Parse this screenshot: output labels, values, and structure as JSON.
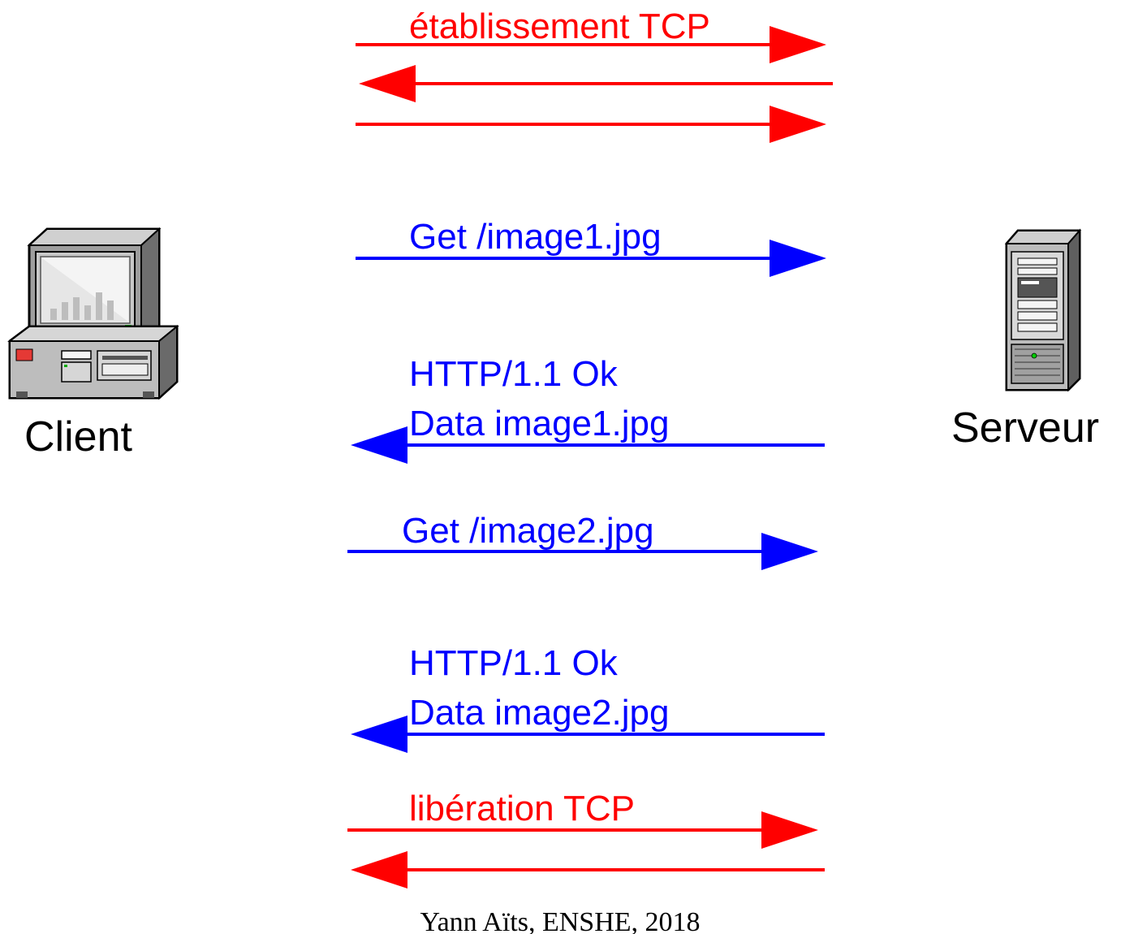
{
  "colors": {
    "tcp": "#ff0000",
    "http": "#0000ff",
    "label": "#000000"
  },
  "client": {
    "label": "Client",
    "icon": "desktop-computer-icon"
  },
  "server": {
    "label": "Serveur",
    "icon": "server-tower-icon"
  },
  "tcp_open": {
    "label": "établissement TCP",
    "arrows": [
      "to-server",
      "to-client",
      "to-server"
    ]
  },
  "request1": {
    "label": "Get /image1.jpg",
    "direction": "to-server"
  },
  "response1": {
    "line1": "HTTP/1.1 Ok",
    "line2": "Data image1.jpg",
    "direction": "to-client"
  },
  "request2": {
    "label": "Get /image2.jpg",
    "direction": "to-server"
  },
  "response2": {
    "line1": "HTTP/1.1 Ok",
    "line2": "Data image2.jpg",
    "direction": "to-client"
  },
  "tcp_close": {
    "label": "libération TCP",
    "arrows": [
      "to-server",
      "to-client"
    ]
  },
  "footer": {
    "text": "Yann Aïts, ENSHE, 2018"
  }
}
